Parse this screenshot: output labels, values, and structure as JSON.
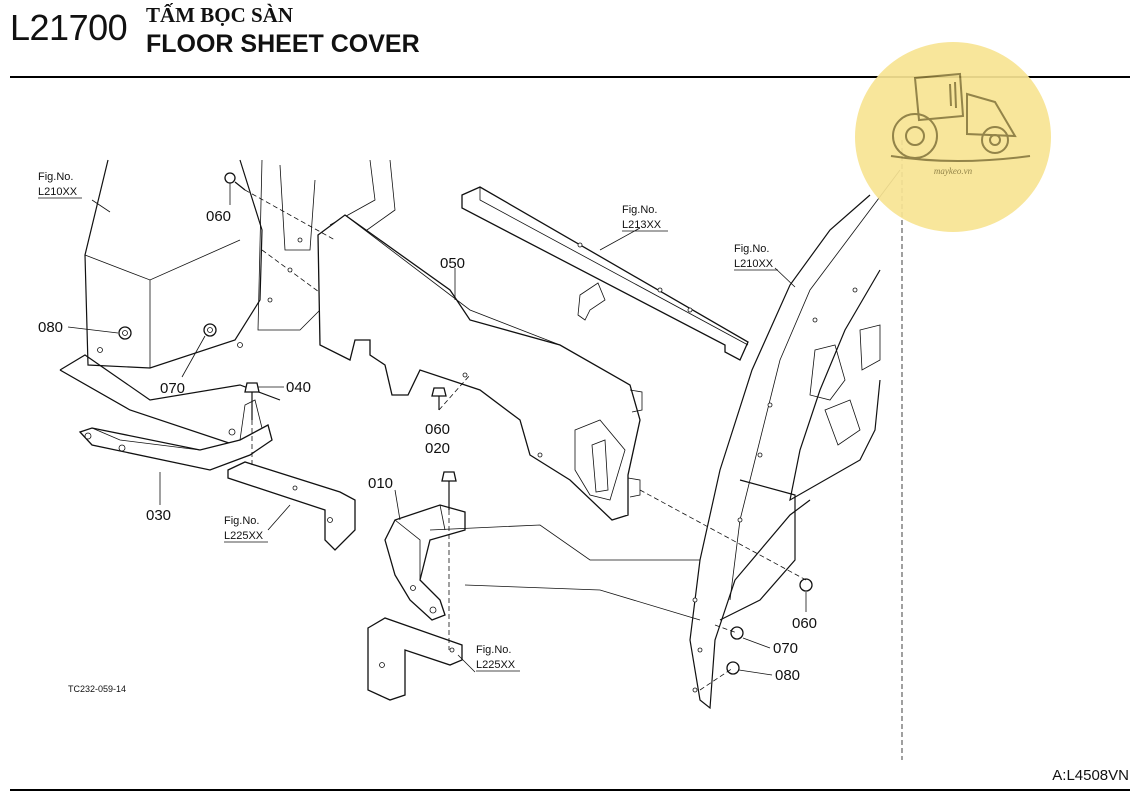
{
  "header": {
    "code": "L21700",
    "title_vi": "TẤM BỌC SÀN",
    "title_en": "FLOOR SHEET COVER"
  },
  "footer": {
    "code": "A:L4508VN",
    "drawing_code": "TC232-059-14"
  },
  "watermark": {
    "text": "maykeo.vn",
    "icon": "tractor-icon",
    "color": "#f8e493"
  },
  "figrefs": [
    {
      "label": "Fig.No.",
      "ref": "L210XX"
    },
    {
      "label": "Fig.No.",
      "ref": "L213XX"
    },
    {
      "label": "Fig.No.",
      "ref": "L210XX"
    },
    {
      "label": "Fig.No.",
      "ref": "L225XX"
    },
    {
      "label": "Fig.No.",
      "ref": "L225XX"
    }
  ],
  "callouts": [
    "060",
    "050",
    "080",
    "070",
    "040",
    "060",
    "020",
    "010",
    "030",
    "060",
    "070",
    "080"
  ]
}
